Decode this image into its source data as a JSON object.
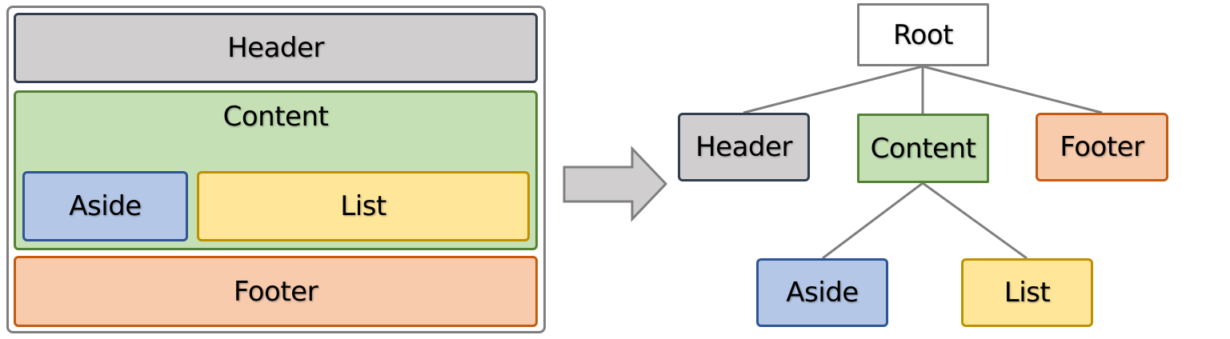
{
  "layout": {
    "header": "Header",
    "content": "Content",
    "aside": "Aside",
    "list": "List",
    "footer": "Footer"
  },
  "tree": {
    "root": "Root",
    "header": "Header",
    "content": "Content",
    "footer": "Footer",
    "aside": "Aside",
    "list": "List"
  },
  "colors": {
    "header": "#d0cece",
    "content": "#c5e0b4",
    "aside": "#b4c7e7",
    "list": "#ffe699",
    "footer": "#f8cbad",
    "frame": "#7f7f7f",
    "arrow": "#d0cece"
  }
}
